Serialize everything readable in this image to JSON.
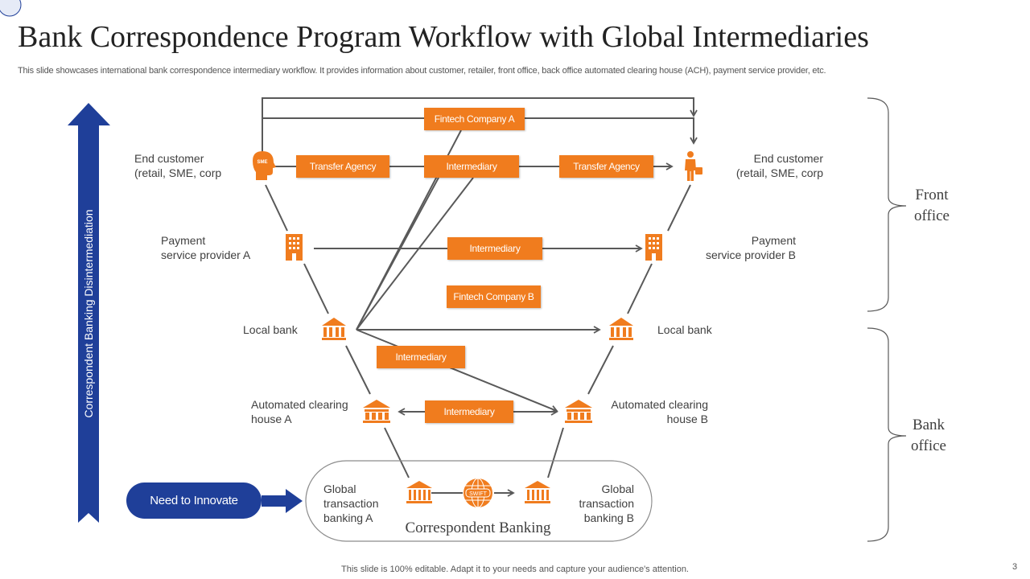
{
  "title": "Bank Correspondence Program Workflow with Global Intermediaries",
  "subtitle": "This slide showcases international bank correspondence intermediary workflow. It provides information about customer, retailer, front office, back office automated clearing house (ACH), payment service provider, etc.",
  "vertical_arrow_label": "Correspondent Banking Disintermediation",
  "innovate_label": "Need to Innovate",
  "nodes": {
    "end_customer_a": "End customer\n(retail, SME, corp",
    "end_customer_b": "End customer\n(retail, SME, corp",
    "sme_icon_text": "SME",
    "psp_a": "Payment\nservice provider A",
    "psp_b": "Payment\nservice provider B",
    "local_bank_a": "Local bank",
    "local_bank_b": "Local bank",
    "ach_a": "Automated clearing\nhouse A",
    "ach_b": "Automated clearing\nhouse B",
    "gtb_a": "Global\ntransaction\nbanking A",
    "gtb_b": "Global\ntransaction\nbanking B",
    "swift": "SWIFT"
  },
  "boxes": {
    "fintech_a": "Fintech Company A",
    "transfer_agency_1": "Transfer Agency",
    "intermediary_top": "Intermediary",
    "transfer_agency_2": "Transfer Agency",
    "intermediary_psp": "Intermediary",
    "fintech_b": "Fintech Company B",
    "intermediary_bank": "Intermediary",
    "intermediary_ach": "Intermediary"
  },
  "correspondent_banking": "Correspondent Banking",
  "front_office": "Front\noffice",
  "bank_office": "Bank\noffice",
  "footer": "This slide is 100% editable. Adapt it to your needs and capture your audience's attention.",
  "page_number": "3",
  "colors": {
    "orange": "#f07c1e",
    "blue": "#1f3f99",
    "line": "#595959"
  }
}
